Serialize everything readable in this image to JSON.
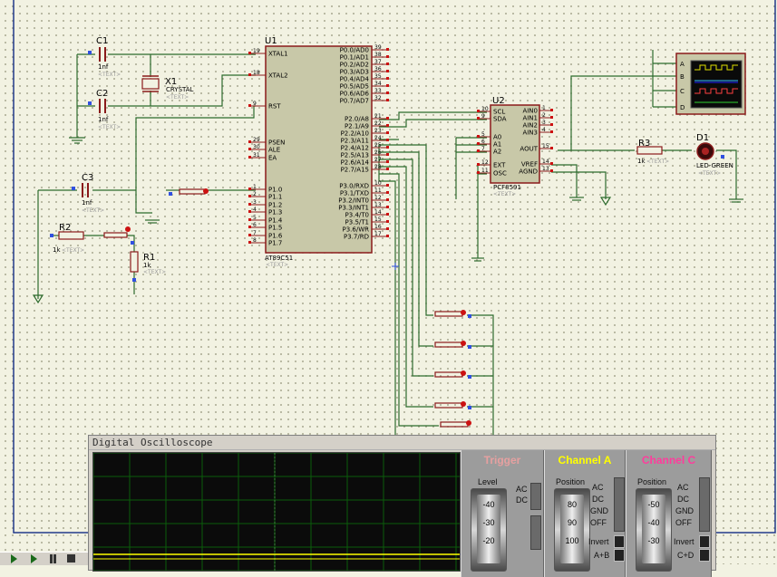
{
  "schematic": {
    "components": {
      "C1": {
        "name": "C1",
        "value": "1nf",
        "text": "<TEXT>"
      },
      "C2": {
        "name": "C2",
        "value": "1nf",
        "text": "<TEXT>"
      },
      "C3": {
        "name": "C3",
        "value": "1nf",
        "text": "<TEXT>"
      },
      "X1": {
        "name": "X1",
        "value": "CRYSTAL",
        "text": "<TEXT>"
      },
      "R1": {
        "name": "R1",
        "value": "1k",
        "text": "<TEXT>"
      },
      "R2": {
        "name": "R2",
        "value": "1k",
        "text": "<TEXT>"
      },
      "R3": {
        "name": "R3",
        "value": "1k",
        "text": "<TEXT>"
      },
      "D1": {
        "name": "D1",
        "value": "LED-GREEN",
        "text": "<TEXT>"
      },
      "U1": {
        "name": "U1",
        "part": "AT89C51",
        "text": "<TEXT>"
      },
      "U2": {
        "name": "U2",
        "part": "PCF8591",
        "text": "<TEXT>"
      }
    },
    "u1_left_pins": [
      {
        "num": "19",
        "name": "XTAL1"
      },
      {
        "num": "18",
        "name": "XTAL2"
      },
      {
        "num": "9",
        "name": "RST"
      },
      {
        "num": "29",
        "name": "PSEN"
      },
      {
        "num": "30",
        "name": "ALE"
      },
      {
        "num": "31",
        "name": "EA"
      },
      {
        "num": "1",
        "name": "P1.0"
      },
      {
        "num": "2",
        "name": "P1.1"
      },
      {
        "num": "3",
        "name": "P1.2"
      },
      {
        "num": "4",
        "name": "P1.3"
      },
      {
        "num": "5",
        "name": "P1.4"
      },
      {
        "num": "6",
        "name": "P1.5"
      },
      {
        "num": "7",
        "name": "P1.6"
      },
      {
        "num": "8",
        "name": "P1.7"
      }
    ],
    "u1_right_pins": [
      {
        "num": "39",
        "name": "P0.0/AD0"
      },
      {
        "num": "38",
        "name": "P0.1/AD1"
      },
      {
        "num": "37",
        "name": "P0.2/AD2"
      },
      {
        "num": "36",
        "name": "P0.3/AD3"
      },
      {
        "num": "35",
        "name": "P0.4/AD4"
      },
      {
        "num": "34",
        "name": "P0.5/AD5"
      },
      {
        "num": "33",
        "name": "P0.6/AD6"
      },
      {
        "num": "32",
        "name": "P0.7/AD7"
      },
      {
        "num": "21",
        "name": "P2.0/A8"
      },
      {
        "num": "22",
        "name": "P2.1/A9"
      },
      {
        "num": "23",
        "name": "P2.2/A10"
      },
      {
        "num": "24",
        "name": "P2.3/A11"
      },
      {
        "num": "25",
        "name": "P2.4/A12"
      },
      {
        "num": "26",
        "name": "P2.5/A13"
      },
      {
        "num": "27",
        "name": "P2.6/A14"
      },
      {
        "num": "28",
        "name": "P2.7/A15"
      },
      {
        "num": "10",
        "name": "P3.0/RXD"
      },
      {
        "num": "11",
        "name": "P3.1/TXD"
      },
      {
        "num": "12",
        "name": "P3.2/INT0"
      },
      {
        "num": "13",
        "name": "P3.3/INT1"
      },
      {
        "num": "14",
        "name": "P3.4/T0"
      },
      {
        "num": "15",
        "name": "P3.5/T1"
      },
      {
        "num": "16",
        "name": "P3.6/WR"
      },
      {
        "num": "17",
        "name": "P3.7/RD"
      }
    ],
    "u2_left_pins": [
      {
        "num": "10",
        "name": "SCL"
      },
      {
        "num": "9",
        "name": "SDA"
      },
      {
        "num": "5",
        "name": "A0"
      },
      {
        "num": "6",
        "name": "A1"
      },
      {
        "num": "7",
        "name": "A2"
      },
      {
        "num": "12",
        "name": "EXT"
      },
      {
        "num": "11",
        "name": "OSC"
      }
    ],
    "u2_right_pins": [
      {
        "num": "1",
        "name": "AIN0"
      },
      {
        "num": "2",
        "name": "AIN1"
      },
      {
        "num": "3",
        "name": "AIN2"
      },
      {
        "num": "4",
        "name": "AIN3"
      },
      {
        "num": "15",
        "name": "AOUT"
      },
      {
        "num": "14",
        "name": "VREF"
      },
      {
        "num": "13",
        "name": "AGND"
      }
    ],
    "scope_inputs": [
      "A",
      "B",
      "C",
      "D"
    ]
  },
  "oscilloscope": {
    "title": "Digital Oscilloscope",
    "trigger": {
      "title": "Trigger",
      "level_label": "Level",
      "ticks": [
        "-40",
        "-30",
        "-20"
      ],
      "coupling": [
        "AC",
        "DC"
      ],
      "colors": {
        "title": "#e6a0a0"
      }
    },
    "channel_a": {
      "title": "Channel A",
      "position_label": "Position",
      "ticks": [
        "80",
        "90",
        "100"
      ],
      "coupling": [
        "AC",
        "DC",
        "GND",
        "OFF"
      ],
      "invert": "Invert",
      "combo": "A+B",
      "color": "#ffff00"
    },
    "channel_c": {
      "title": "Channel C",
      "position_label": "Position",
      "ticks": [
        "-50",
        "-40",
        "-30"
      ],
      "coupling": [
        "AC",
        "DC",
        "GND",
        "OFF"
      ],
      "invert": "Invert",
      "combo": "C+D",
      "color": "#ff3c9c"
    },
    "trace_color": "#ffff00",
    "grid_color": "#0b5d0b"
  }
}
